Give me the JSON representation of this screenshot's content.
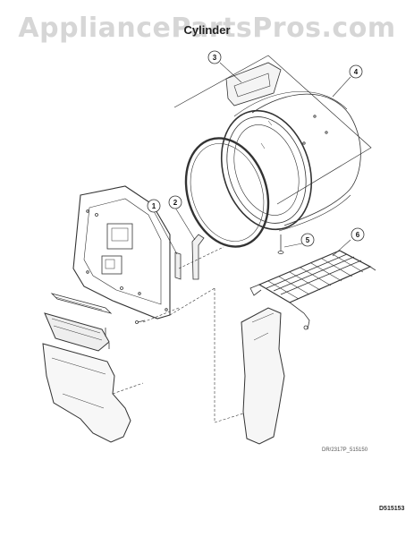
{
  "watermark": "AppliancePartsPros.com",
  "title": "Cylinder",
  "callouts": [
    "1",
    "2",
    "3",
    "4",
    "5",
    "6"
  ],
  "ref_small": "DR/2317P_515150",
  "ref_large": "D515153"
}
